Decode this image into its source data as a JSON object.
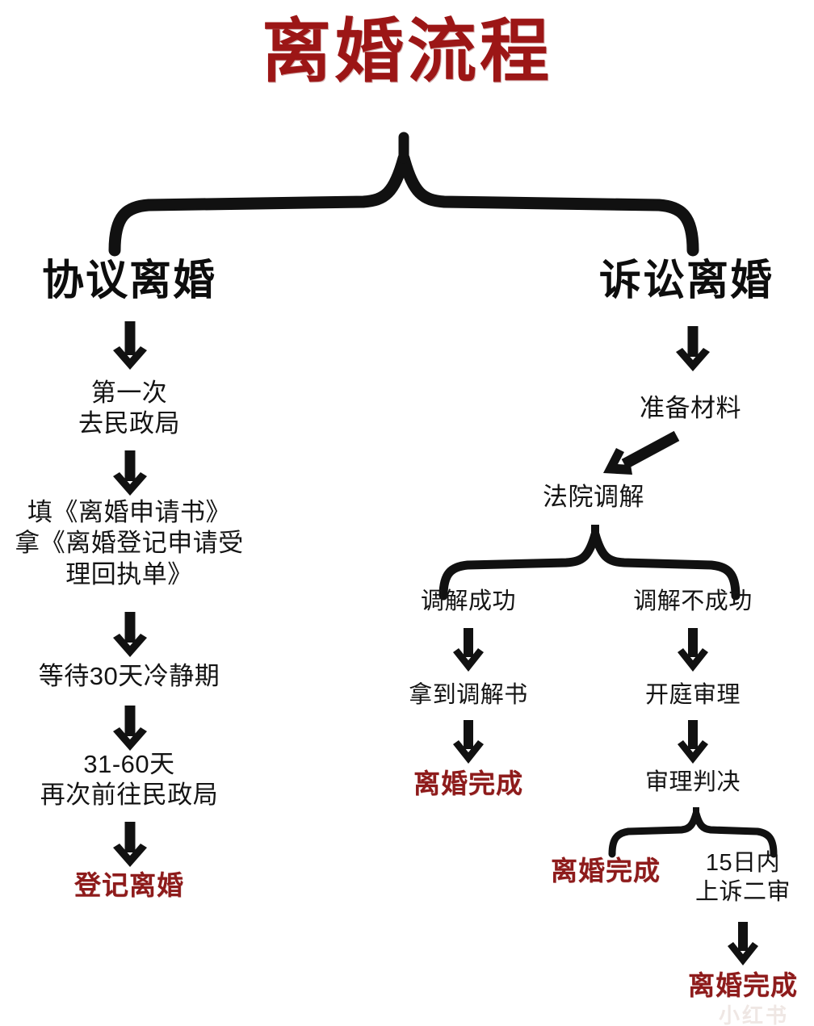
{
  "page": {
    "title": "离婚流程",
    "background": "#ffffff",
    "accent_red": "#9c1616",
    "terminal_red": "#8e1b1b",
    "line_color": "#111111",
    "watermark": "小红书"
  },
  "chart_data": {
    "type": "diagram",
    "title": "离婚流程",
    "branches": [
      {
        "id": "agreement",
        "head": "协议离婚",
        "steps": [
          "第一次\n去民政局",
          "填《离婚申请书》\n拿《离婚登记申请受\n理回执单》",
          "等待30天冷静期",
          "31-60天\n再次前往民政局"
        ],
        "terminal": "登记离婚"
      },
      {
        "id": "litigation",
        "head": "诉讼离婚",
        "steps": [
          "准备材料",
          "法院调解"
        ],
        "sub_branches": [
          {
            "id": "mediation-success",
            "label": "调解成功",
            "steps": [
              "拿到调解书"
            ],
            "terminal": "离婚完成"
          },
          {
            "id": "mediation-failure",
            "label": "调解不成功",
            "steps": [
              "开庭审理",
              "审理判决"
            ],
            "outcomes": [
              {
                "id": "verdict-done",
                "terminal": "离婚完成"
              },
              {
                "id": "appeal",
                "label": "15日内\n上诉二审",
                "terminal": "离婚完成"
              }
            ]
          }
        ]
      }
    ]
  },
  "nodes": {
    "title": "离婚流程",
    "left_head": "协议离婚",
    "left_step_1": "第一次\n去民政局",
    "left_step_2": "填《离婚申请书》\n拿《离婚登记申请受\n理回执单》",
    "left_step_3": "等待30天冷静期",
    "left_step_4": "31-60天\n再次前往民政局",
    "left_terminal": "登记离婚",
    "right_head": "诉讼离婚",
    "right_step_1": "准备材料",
    "right_step_2": "法院调解",
    "sub_left_label": "调解成功",
    "sub_left_step": "拿到调解书",
    "sub_left_terminal": "离婚完成",
    "sub_right_label": "调解不成功",
    "sub_right_step_1": "开庭审理",
    "sub_right_step_2": "审理判决",
    "outcome_left_terminal": "离婚完成",
    "outcome_right_label": "15日内\n上诉二审",
    "outcome_right_terminal": "离婚完成",
    "watermark": "小红书"
  }
}
